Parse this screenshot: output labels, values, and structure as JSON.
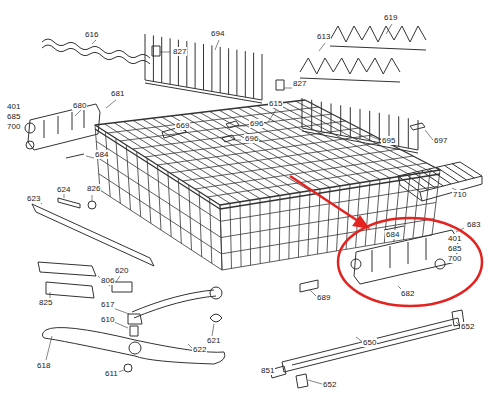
{
  "diagram": {
    "labels": [
      "616",
      "827",
      "694",
      "619",
      "613",
      "827",
      "401",
      "685",
      "700",
      "680",
      "681",
      "696",
      "696",
      "615",
      "695",
      "697",
      "669",
      "710",
      "684",
      "624",
      "826",
      "623",
      "683",
      "684",
      "401",
      "685",
      "700",
      "806",
      "620",
      "825",
      "689",
      "682",
      "617",
      "610",
      "621",
      "622",
      "618",
      "611",
      "652",
      "650",
      "851",
      "652"
    ]
  }
}
